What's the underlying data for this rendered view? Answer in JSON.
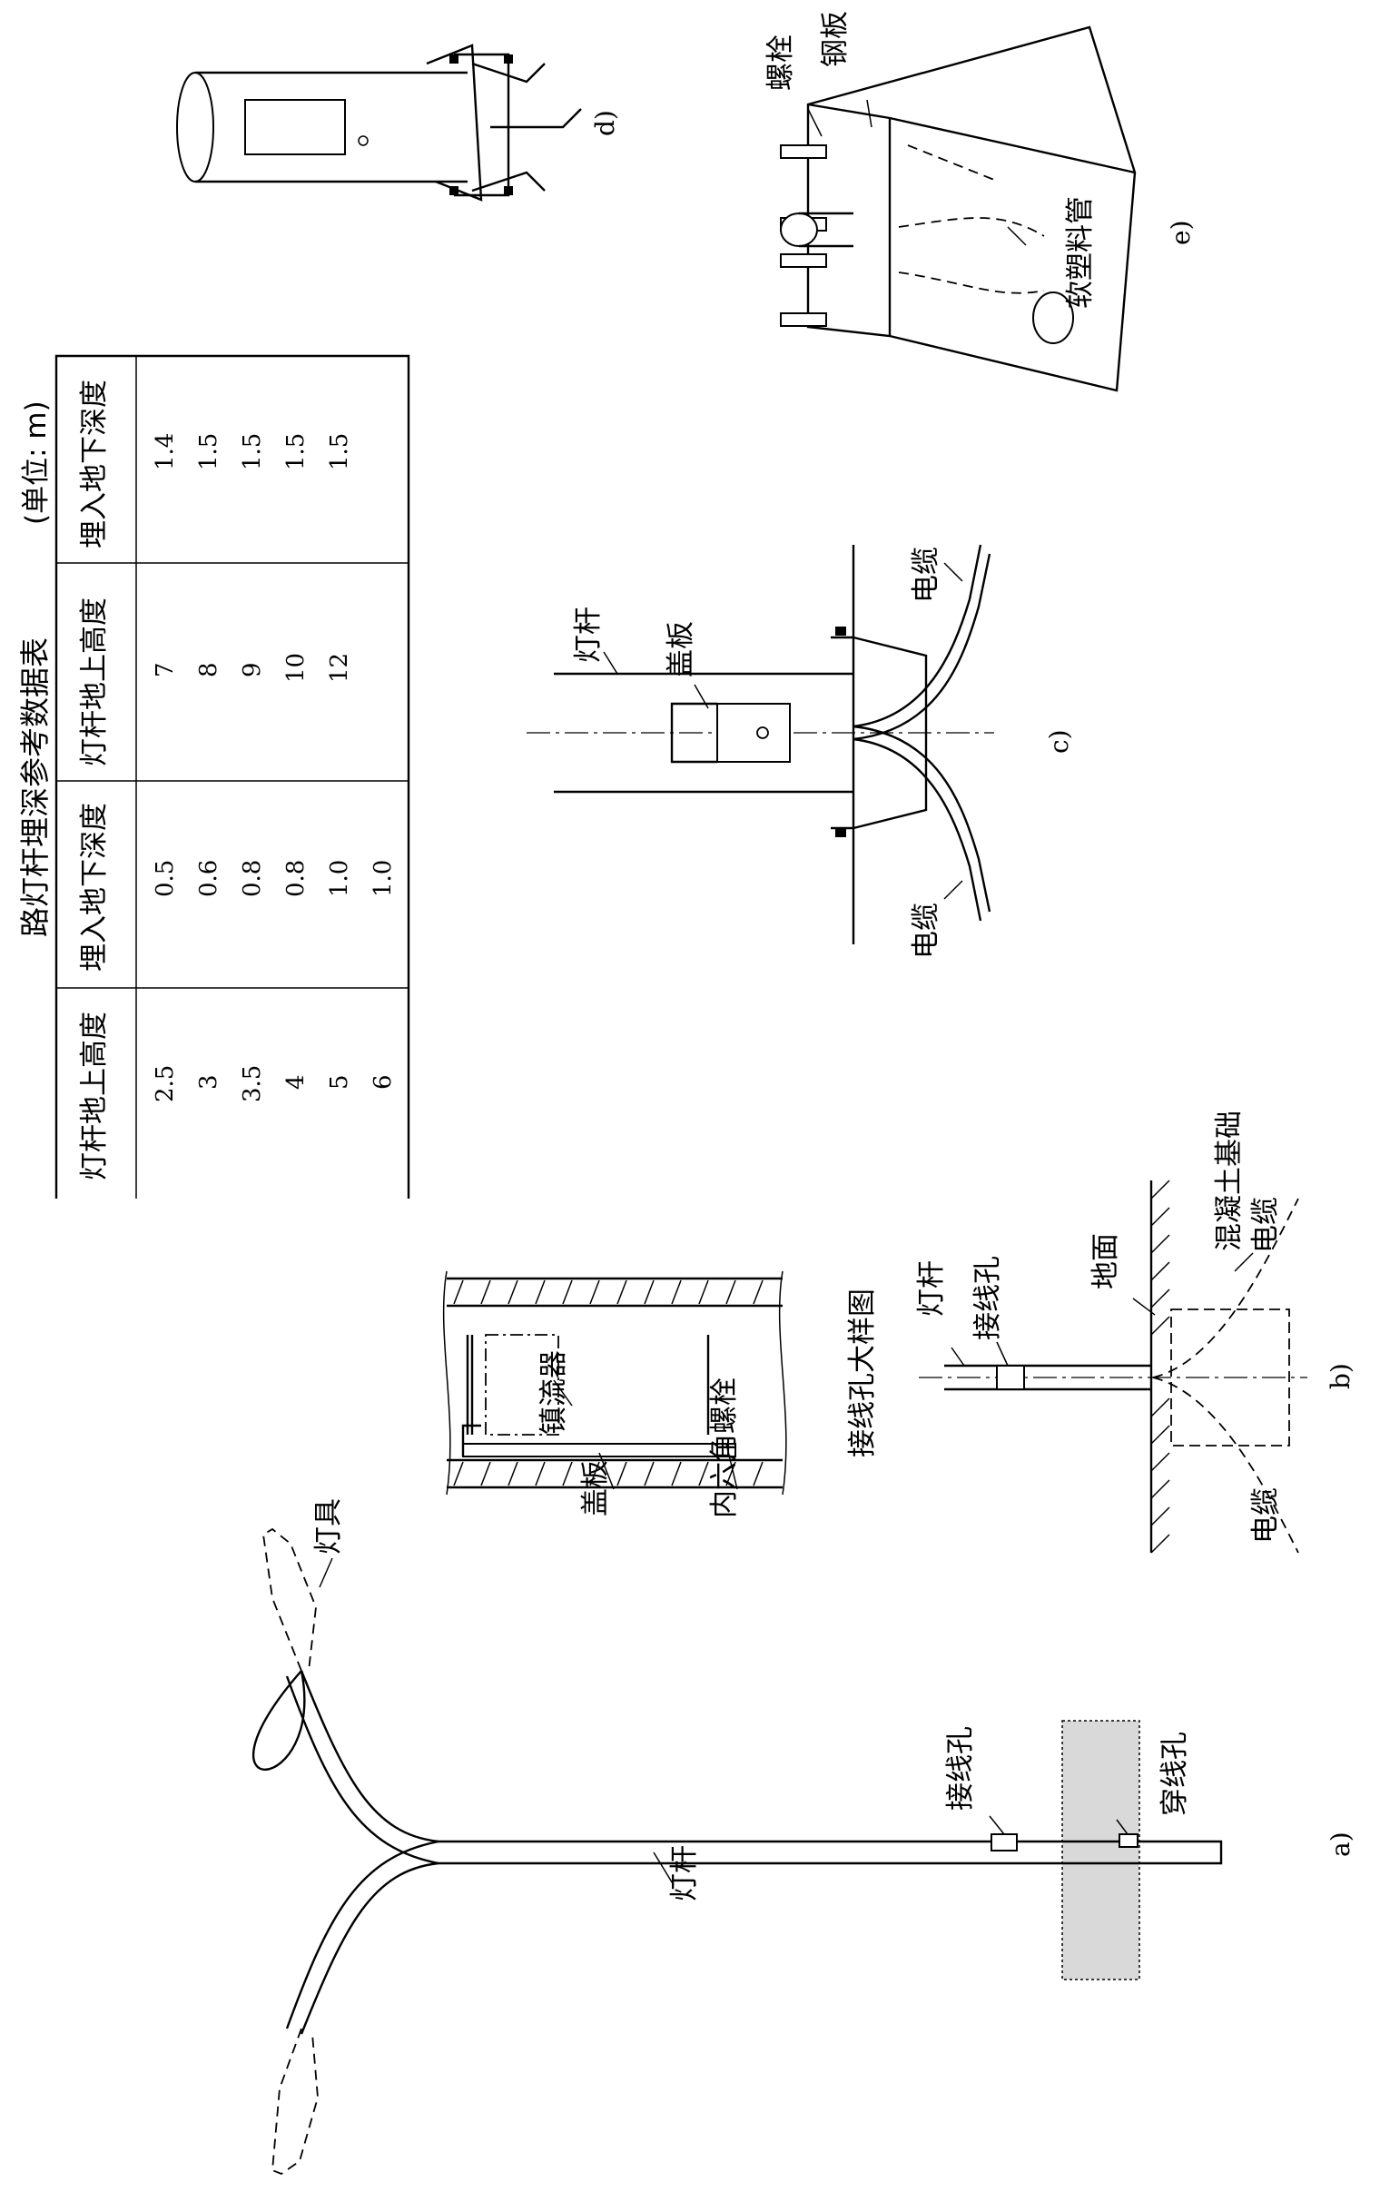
{
  "figure_a": {
    "caption": "a)",
    "label_pole": "灯杆",
    "label_lamp": "灯具",
    "label_junction_hole": "接线孔",
    "label_threading_hole": "穿线孔"
  },
  "figure_b": {
    "caption": "b)",
    "detail_title": "接线孔大样图",
    "label_cover": "盖板",
    "label_hex_bolt": "内六角螺栓",
    "label_ballast": "镇流器",
    "label_pole": "灯杆",
    "label_junction_hole": "接线孔",
    "label_ground": "地面",
    "label_foundation": "混凝土基础",
    "label_cable_right": "电缆",
    "label_cable_left": "电缆"
  },
  "table": {
    "title": "路灯杆埋深参考数据表",
    "unit": "(单位: m)",
    "headers": [
      "灯杆地上高度",
      "埋入地下深度",
      "灯杆地上高度",
      "埋入地下深度"
    ],
    "left_heights": [
      "2.5",
      "3",
      "3.5",
      "4",
      "5",
      "6"
    ],
    "left_depths": [
      "0.5",
      "0.6",
      "0.8",
      "0.8",
      "1.0",
      "1.0"
    ],
    "right_heights": [
      "7",
      "8",
      "9",
      "10",
      "12"
    ],
    "right_depths": [
      "1.4",
      "1.5",
      "1.5",
      "1.5",
      "1.5"
    ]
  },
  "figure_c": {
    "caption": "c)",
    "label_pole": "灯杆",
    "label_cover": "盖板",
    "label_cable_top": "电缆",
    "label_cable_bottom": "电缆"
  },
  "figure_d": {
    "caption": "d)"
  },
  "figure_e": {
    "caption": "e)",
    "label_bolt": "螺栓",
    "label_steel_plate": "钢板",
    "label_flex_pipe": "软塑料管"
  }
}
